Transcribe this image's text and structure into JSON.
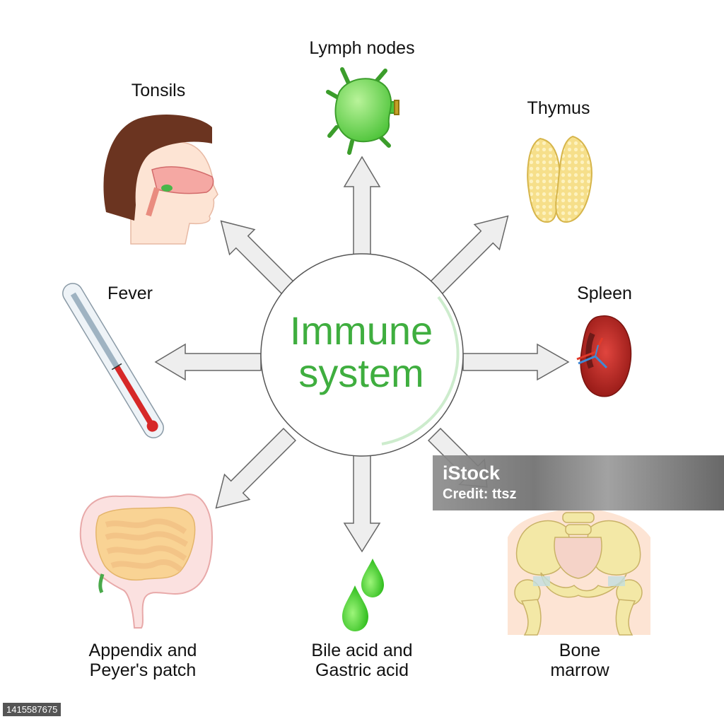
{
  "center": {
    "line1": "Immune",
    "line2": "system"
  },
  "organs": {
    "lymph_nodes": "Lymph nodes",
    "tonsils": "Tonsils",
    "thymus": "Thymus",
    "fever": "Fever",
    "spleen": "Spleen",
    "appendix_line1": "Appendix and",
    "appendix_line2": "Peyer's patch",
    "acid_line1": "Bile acid and",
    "acid_line2": "Gastric acid",
    "bone_line1": "Bone",
    "bone_line2": "marrow"
  },
  "watermark": {
    "logo": "iStock",
    "credit": "Credit: ttsz"
  },
  "stock_id": "1415587675",
  "colors": {
    "title_green": "#3fae3f",
    "arrow_fill": "#eeeeee",
    "arrow_stroke": "#666666"
  }
}
